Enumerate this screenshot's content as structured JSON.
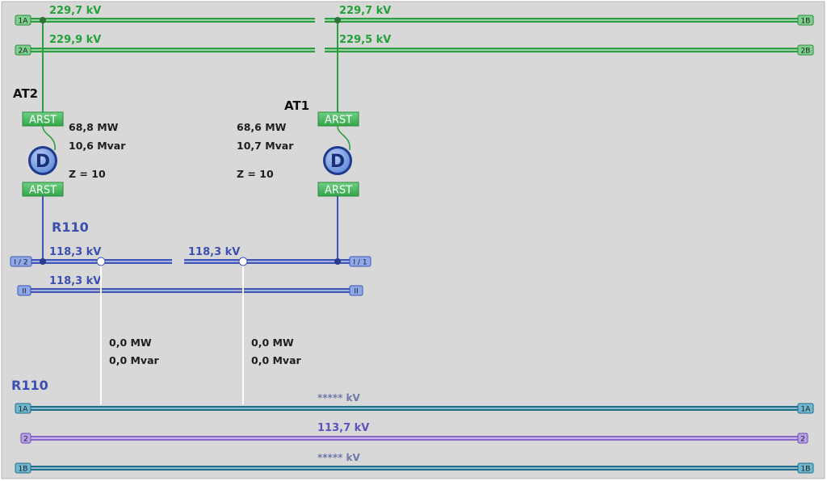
{
  "colors": {
    "bus_220": "#2e9e44",
    "bus_110": "#3f55b5",
    "bus_teal": "#1f6f8b",
    "bus_purple": "#8a66c8",
    "arst": "#43b85a",
    "transformer": "#5b86d6",
    "tie_line": "#ffffff"
  },
  "top_buses": {
    "b1a_left_kv": "229,7 kV",
    "b1a_right_kv": "229,7 kV",
    "b2a_left_kv": "229,9 kV",
    "b2a_right_kv": "229,5 kV",
    "tag_1a": "1A",
    "tag_1b": "1B",
    "tag_2a": "2A",
    "tag_2b": "2B"
  },
  "at2": {
    "name": "AT2",
    "arst_top": "ARST",
    "arst_bottom": "ARST",
    "symbol": "D",
    "p": "68,8 MW",
    "q": "10,6 Mvar",
    "z": "Z = 10"
  },
  "at1": {
    "name": "AT1",
    "arst_top": "ARST",
    "arst_bottom": "ARST",
    "symbol": "D",
    "p": "68,6 MW",
    "q": "10,7 Mvar",
    "z": "Z = 10"
  },
  "r110_upper": {
    "name": "R110",
    "i_left_kv": "118,3 kV",
    "i_right_kv": "118,3 kV",
    "ii_kv": "118,3 kV",
    "tag_i2": "I / 2",
    "tag_i1": "I / 1",
    "tag_ii": "II"
  },
  "tie_left": {
    "p": "0,0 MW",
    "q": "0,0 Mvar"
  },
  "tie_right": {
    "p": "0,0 MW",
    "q": "0,0 Mvar"
  },
  "r110_lower": {
    "name": "R110",
    "b1a_kv": "***** kV",
    "b2_kv": "113,7 kV",
    "b1b_kv": "***** kV",
    "tag_1a": "1A",
    "tag_2": "2",
    "tag_1b": "1B"
  }
}
